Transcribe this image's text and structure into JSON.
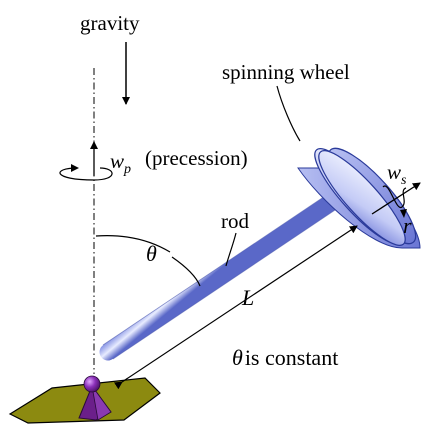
{
  "labels": {
    "gravity": "gravity",
    "spinning_wheel": "spinning wheel",
    "ws_sym": "w",
    "ws_sub": "s",
    "wp_sym": "w",
    "wp_sub": "p",
    "precession": "(precession)",
    "rod": "rod",
    "theta": "θ",
    "L": "L",
    "r": "r",
    "theta_const_sym": "θ",
    "theta_const_text": "is constant"
  },
  "colors": {
    "rod_light": "#e8ecff",
    "rod_mid": "#9aa6ec",
    "rod_dark": "#5a68c8",
    "wheel_light": "#f2f4ff",
    "wheel_dark": "#7e8ae0",
    "ground": "#8c8a10",
    "pivot": "#6b1f8a"
  }
}
